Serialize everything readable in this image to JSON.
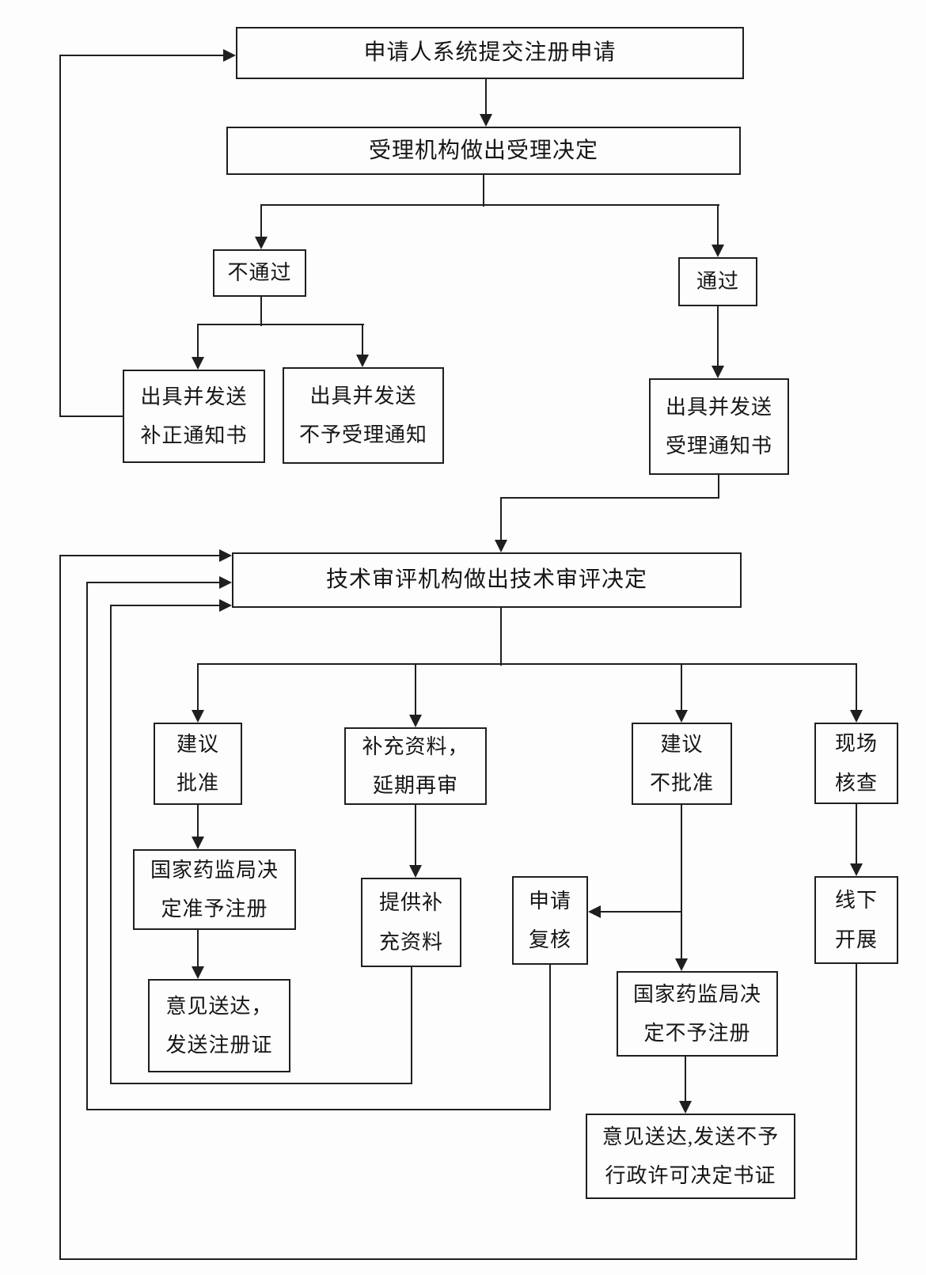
{
  "diagram": {
    "colors": {
      "line": "#1f1f1f",
      "box_border": "#1f1f1f",
      "background": "#fdfdfd",
      "text": "#161616"
    },
    "nodes": {
      "apply": {
        "label": "申请人系统提交注册申请"
      },
      "accept": {
        "label": "受理机构做出受理决定"
      },
      "fail": {
        "label": "不通过"
      },
      "pass": {
        "label": "通过"
      },
      "correction": {
        "line1": "出具并发送",
        "line2": "补正通知书"
      },
      "reject_notice": {
        "line1": "出具并发送",
        "line2": "不予受理通知"
      },
      "accept_notice": {
        "line1": "出具并发送",
        "line2": "受理通知书"
      },
      "review": {
        "label": "技术审评机构做出技术审评决定"
      },
      "approve": {
        "line1": "建议",
        "line2": "批准"
      },
      "supplement": {
        "line1": "补充资料，",
        "line2": "延期再审"
      },
      "disapprove": {
        "line1": "建议",
        "line2": "不批准"
      },
      "onsite": {
        "line1": "现场",
        "line2": "核查"
      },
      "approve_decision": {
        "line1": "国家药监局决",
        "line2": "定准予注册"
      },
      "provide_supplement": {
        "line1": "提供补",
        "line2": "充资料"
      },
      "recheck": {
        "line1": "申请",
        "line2": "复核"
      },
      "offline": {
        "line1": "线下",
        "line2": "开展"
      },
      "grant_cert": {
        "line1": "意见送达，",
        "line2": "发送注册证"
      },
      "deny_decision": {
        "line1": "国家药监局决",
        "line2": "定不予注册"
      },
      "deny_cert": {
        "line1": "意见送达,发送不予",
        "line2": "行政许可决定书证"
      }
    },
    "edges": [
      {
        "from": "apply",
        "to": "accept"
      },
      {
        "from": "accept",
        "to": "fail"
      },
      {
        "from": "accept",
        "to": "pass"
      },
      {
        "from": "fail",
        "to": "correction"
      },
      {
        "from": "fail",
        "to": "reject_notice"
      },
      {
        "from": "correction",
        "to": "apply",
        "type": "loop"
      },
      {
        "from": "pass",
        "to": "accept_notice"
      },
      {
        "from": "accept_notice",
        "to": "review"
      },
      {
        "from": "review",
        "to": "approve"
      },
      {
        "from": "review",
        "to": "supplement"
      },
      {
        "from": "review",
        "to": "disapprove"
      },
      {
        "from": "review",
        "to": "onsite"
      },
      {
        "from": "approve",
        "to": "approve_decision"
      },
      {
        "from": "approve_decision",
        "to": "grant_cert"
      },
      {
        "from": "supplement",
        "to": "provide_supplement"
      },
      {
        "from": "provide_supplement",
        "to": "review",
        "type": "loop"
      },
      {
        "from": "disapprove",
        "to": "recheck"
      },
      {
        "from": "disapprove",
        "to": "deny_decision"
      },
      {
        "from": "deny_decision",
        "to": "deny_cert"
      },
      {
        "from": "recheck",
        "to": "review",
        "type": "loop"
      },
      {
        "from": "onsite",
        "to": "offline"
      },
      {
        "from": "offline",
        "to": "review",
        "type": "loop"
      }
    ]
  }
}
